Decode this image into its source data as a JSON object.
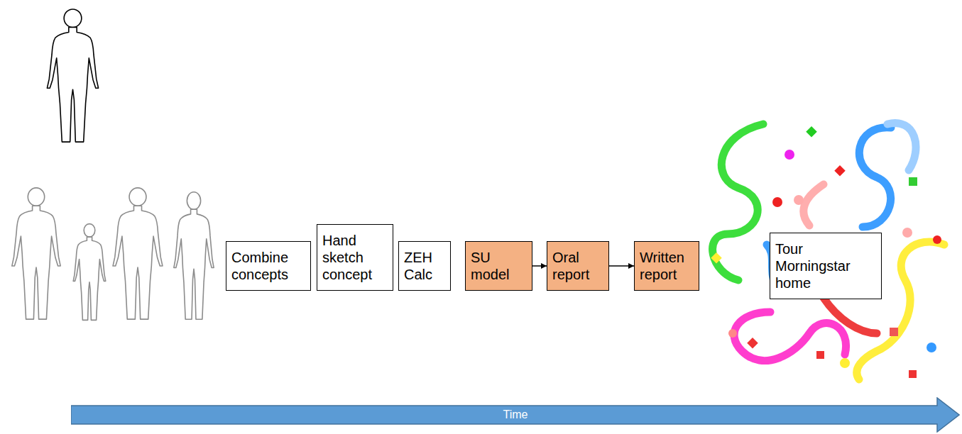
{
  "diagram": {
    "nodes": [
      {
        "text": [
          "Combine concepts"
        ]
      },
      {
        "text": [
          "Hand sketch concept"
        ]
      },
      {
        "text": [
          "ZEH Calc"
        ]
      },
      {
        "text": [
          "SU model"
        ]
      },
      {
        "text": [
          "Oral report"
        ]
      },
      {
        "text": [
          "Written report"
        ]
      },
      {
        "text": [
          "Tour Morningstar home"
        ]
      },
      {
        "text": [
          "Time"
        ]
      }
    ],
    "edges": [
      {
        "from": 3,
        "to": 4,
        "arrow": "to"
      },
      {
        "from": 4,
        "to": 5,
        "arrow": "to"
      }
    ]
  }
}
